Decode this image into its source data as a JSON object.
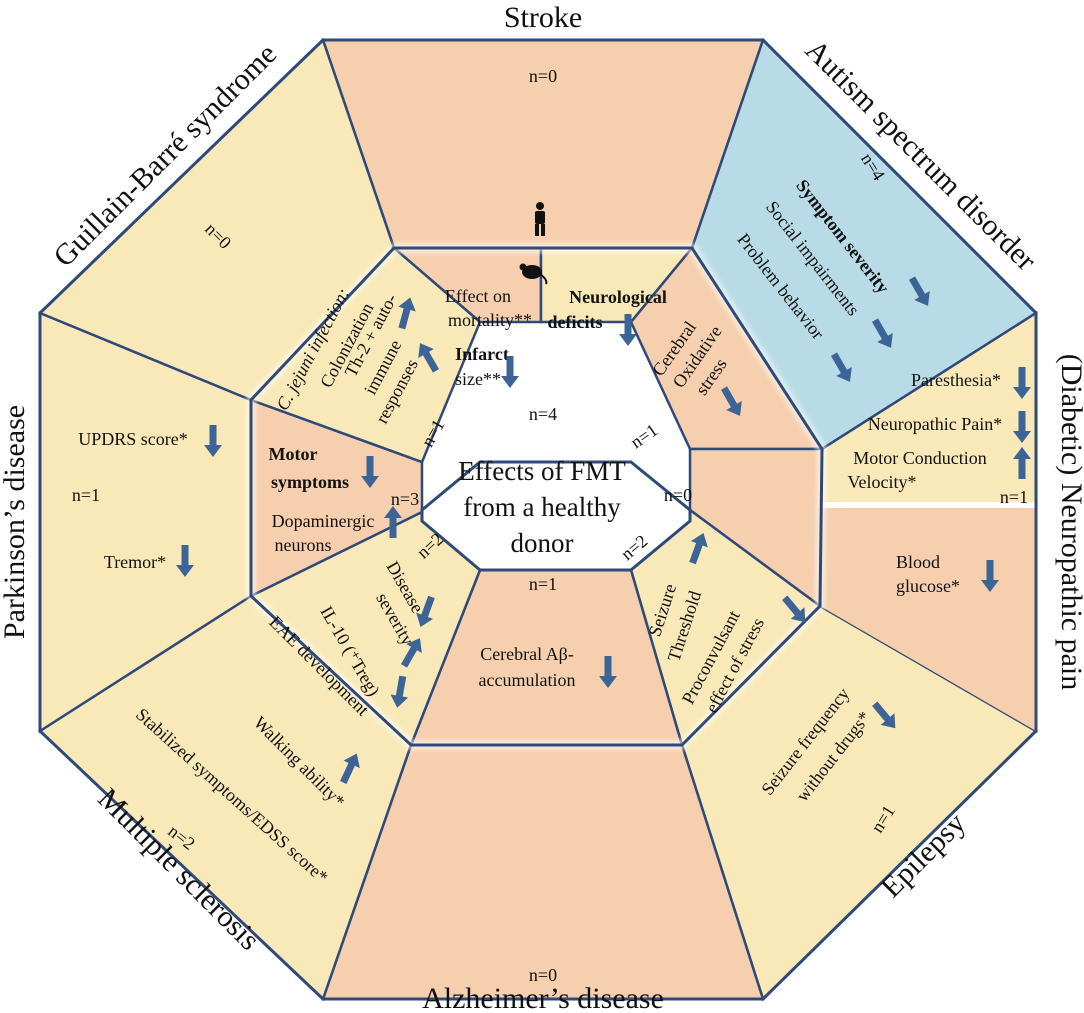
{
  "center": {
    "lines": [
      "Effects of FMT",
      "from a healthy",
      "donor"
    ]
  },
  "icons": {
    "clinical": "human-icon",
    "animal": "mouse-icon"
  },
  "colors": {
    "peach": "#f6cfae",
    "yellow": "#f9e9b8",
    "blue": "#b9dbe7",
    "outline": "#2f4a78",
    "arrow": "#3d6497"
  },
  "diseases": {
    "stroke": {
      "title": "Stroke",
      "n_clinical": "n=0",
      "n_animal": "n=4",
      "effects": [
        {
          "lines": [
            "Effect on",
            "mortality**"
          ],
          "direction": "none"
        },
        {
          "lines": [
            "Infarct",
            "size**"
          ],
          "direction": "down"
        },
        {
          "lines": [
            "Neurological",
            "deficits"
          ],
          "direction": "down"
        }
      ]
    },
    "autism": {
      "title": "Autism spectrum disorder",
      "n_clinical": "n=4",
      "n_animal": "n=1",
      "effects": [
        {
          "lines": [
            "Symptom severity"
          ],
          "direction": "down"
        },
        {
          "lines": [
            "Social impairments"
          ],
          "direction": "down"
        },
        {
          "lines": [
            "Problem behavior"
          ],
          "direction": "down"
        },
        {
          "lines": [
            "Cerebral",
            "Oxidative",
            "stress"
          ],
          "direction": "down"
        }
      ]
    },
    "neuropathic": {
      "title": "(Diabetic) Neuropathic pain",
      "n_clinical": "n=1",
      "n_animal": "n=0",
      "effects": [
        {
          "lines": [
            "Paresthesia*"
          ],
          "direction": "down"
        },
        {
          "lines": [
            "Neuropathic Pain*"
          ],
          "direction": "down"
        },
        {
          "lines": [
            "Motor Conduction",
            "Velocity*"
          ],
          "direction": "up"
        },
        {
          "lines": [
            "Blood",
            "glucose*"
          ],
          "direction": "down"
        }
      ]
    },
    "epilepsy": {
      "title": "Epilepsy",
      "n_clinical": "n=1",
      "n_animal": "n=2",
      "effects": [
        {
          "lines": [
            "Seizure frequency",
            "without drugs*"
          ],
          "direction": "down"
        },
        {
          "lines": [
            "Seizure",
            "Threshold"
          ],
          "direction": "up"
        },
        {
          "lines": [
            "Proconvulsant",
            "effect of stress"
          ],
          "direction": "down"
        }
      ]
    },
    "alzheimer": {
      "title": "Alzheimer’s disease",
      "n_clinical": "n=0",
      "n_animal": "n=1",
      "effects": [
        {
          "lines": [
            "Cerebral Aβ-",
            "accumulation"
          ],
          "direction": "down"
        }
      ]
    },
    "ms": {
      "title": "Multiple sclerosis",
      "n_clinical": "n=2",
      "n_animal": "n=2",
      "effects": [
        {
          "lines": [
            "Disease",
            "severity"
          ],
          "direction": "down"
        },
        {
          "lines": [
            "IL-10 (⁺Treg)"
          ],
          "direction": "up"
        },
        {
          "lines": [
            "EAE development"
          ],
          "direction": "down"
        },
        {
          "lines": [
            "Walking ability*"
          ],
          "direction": "up"
        },
        {
          "lines": [
            "Stabilized symptoms/EDSS score*"
          ],
          "direction": "none"
        }
      ]
    },
    "parkinson": {
      "title": "Parkinson’s disease",
      "n_clinical": "n=1",
      "n_animal": "n=3",
      "effects": [
        {
          "lines": [
            "UPDRS score*"
          ],
          "direction": "down"
        },
        {
          "lines": [
            "Tremor*"
          ],
          "direction": "down"
        },
        {
          "lines": [
            "Motor",
            "symptoms"
          ],
          "direction": "down"
        },
        {
          "lines": [
            "Dopaminergic",
            "neurons"
          ],
          "direction": "up"
        }
      ]
    },
    "gbs": {
      "title": "Guillain-Barré syndrome",
      "n_clinical": "n=0",
      "n_animal": "n=1",
      "effects": [
        {
          "lines": [
            "C. jejuni infection:"
          ],
          "direction": "none"
        },
        {
          "lines": [
            "Colonization"
          ],
          "direction": "up"
        },
        {
          "lines": [
            "Th-2 + auto-",
            "immune",
            "responses"
          ],
          "direction": "up"
        }
      ]
    }
  }
}
